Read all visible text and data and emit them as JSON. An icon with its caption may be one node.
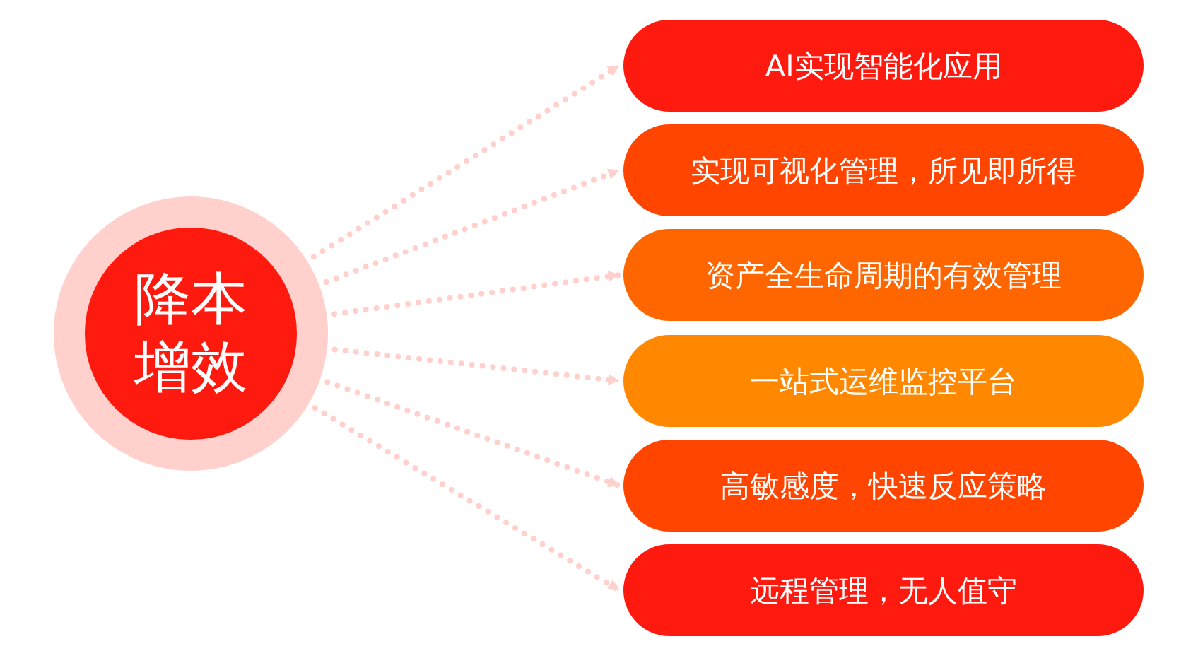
{
  "diagram": {
    "nodes": [
      {
        "text": [
          "降本增效"
        ]
      },
      {
        "text": [
          "AI实现智能化应用"
        ]
      },
      {
        "text": [
          "实现可视化管理，所见即所得"
        ]
      },
      {
        "text": [
          "资产全生命周期的有效管理"
        ]
      },
      {
        "text": [
          "一站式运维监控平台"
        ]
      },
      {
        "text": [
          "高敏感度，快速反应策略"
        ]
      },
      {
        "text": [
          "远程管理，无人值守"
        ]
      }
    ],
    "edges": [
      {
        "from": 0,
        "to": 1,
        "arrow": "to",
        "style": "dashed"
      },
      {
        "from": 0,
        "to": 2,
        "arrow": "to",
        "style": "dashed"
      },
      {
        "from": 0,
        "to": 3,
        "arrow": "to",
        "style": "dashed"
      },
      {
        "from": 0,
        "to": 4,
        "arrow": "to",
        "style": "dashed"
      },
      {
        "from": 0,
        "to": 5,
        "arrow": "to",
        "style": "dashed"
      },
      {
        "from": 0,
        "to": 6,
        "arrow": "to",
        "style": "dashed"
      }
    ]
  }
}
